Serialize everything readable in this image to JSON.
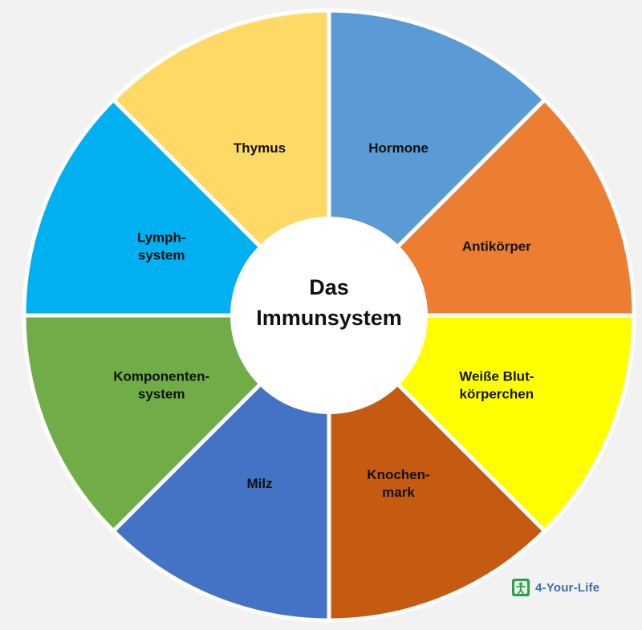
{
  "diagram": {
    "center": {
      "lines": [
        "Das",
        "Immunsystem"
      ],
      "fill": "#ffffff"
    },
    "segments": [
      {
        "lines": [
          "Hormone"
        ],
        "color": "#5b9bd5"
      },
      {
        "lines": [
          "Antikörper"
        ],
        "color": "#ed7d31"
      },
      {
        "lines": [
          "Weiße Blut-",
          "körperchen"
        ],
        "color": "#ffff00"
      },
      {
        "lines": [
          "Knochen-",
          "mark"
        ],
        "color": "#c55a11"
      },
      {
        "lines": [
          "Milz"
        ],
        "color": "#4472c4"
      },
      {
        "lines": [
          "Komponenten-",
          "system"
        ],
        "color": "#70ad47"
      },
      {
        "lines": [
          "Lymph-",
          "system"
        ],
        "color": "#00b0f0"
      },
      {
        "lines": [
          "Thymus"
        ],
        "color": "#ffd966"
      }
    ],
    "separator_color": "#ffffff"
  },
  "branding": {
    "logo_text": "4-Your-Life",
    "icon": "person-figure-icon",
    "icon_color": "#2e9e4f",
    "text_color": "#3a6fb0"
  }
}
